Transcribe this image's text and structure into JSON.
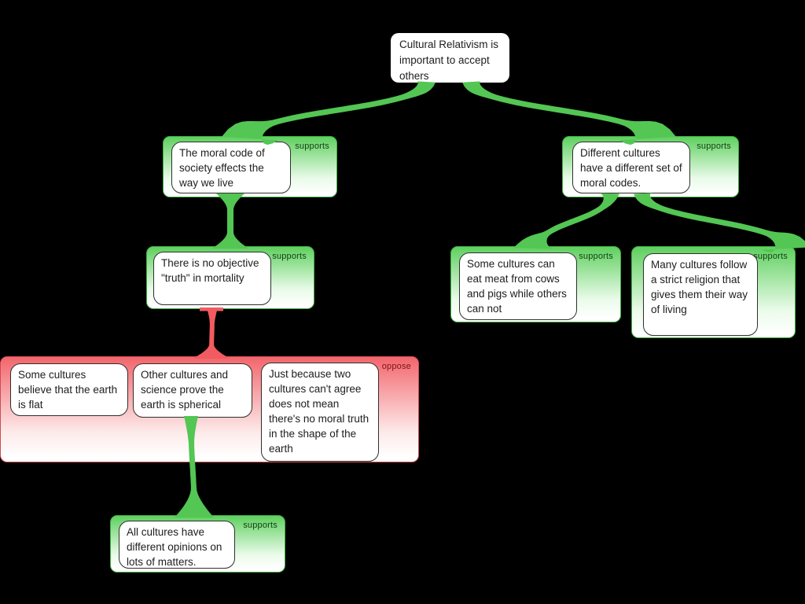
{
  "diagram": {
    "title_hint": "argument map",
    "root": {
      "text": "Cultural Relativism is important to accept others"
    },
    "groups": [
      {
        "id": "moral-code",
        "relation": "supports",
        "label": "supports",
        "claims": [
          {
            "text": "The moral code of society effects the way we live"
          }
        ]
      },
      {
        "id": "no-objective-truth",
        "relation": "supports",
        "label": "supports",
        "claims": [
          {
            "text": "There is no objective \"truth\" in mortality"
          }
        ]
      },
      {
        "id": "earth-shape-objection",
        "relation": "oppose",
        "label": "oppose",
        "claims": [
          {
            "text": "Some cultures believe that the earth is flat"
          },
          {
            "text": "Other cultures and science prove the earth is spherical"
          },
          {
            "text": "Just because two cultures can't agree does not mean there's no moral truth in the shape of the earth"
          }
        ]
      },
      {
        "id": "different-opinions",
        "relation": "supports",
        "label": "supports",
        "claims": [
          {
            "text": "All cultures have different opinions on lots of matters."
          }
        ]
      },
      {
        "id": "different-moral-codes",
        "relation": "supports",
        "label": "supports",
        "claims": [
          {
            "text": "Different cultures have a different set of moral codes."
          }
        ]
      },
      {
        "id": "eat-meat",
        "relation": "supports",
        "label": "supports",
        "claims": [
          {
            "text": "Some cultures can eat meat from cows and pigs while others can not"
          }
        ]
      },
      {
        "id": "strict-religion",
        "relation": "supports",
        "label": "supports",
        "claims": [
          {
            "text": "Many cultures follow a strict religion that gives them their way of living"
          }
        ]
      }
    ]
  },
  "colors": {
    "connector_green": "#53c653",
    "connector_red": "#f25b60",
    "group_green_top": "#5fd05f",
    "group_green_border": "#3fae3f",
    "group_red_top": "#f2666c",
    "group_red_border": "#cf4b51",
    "label_green": "#123f12",
    "label_red": "#7e1216",
    "box_border": "#2f2f2f",
    "text_color": "#1d1d1d",
    "background": "#000000"
  }
}
